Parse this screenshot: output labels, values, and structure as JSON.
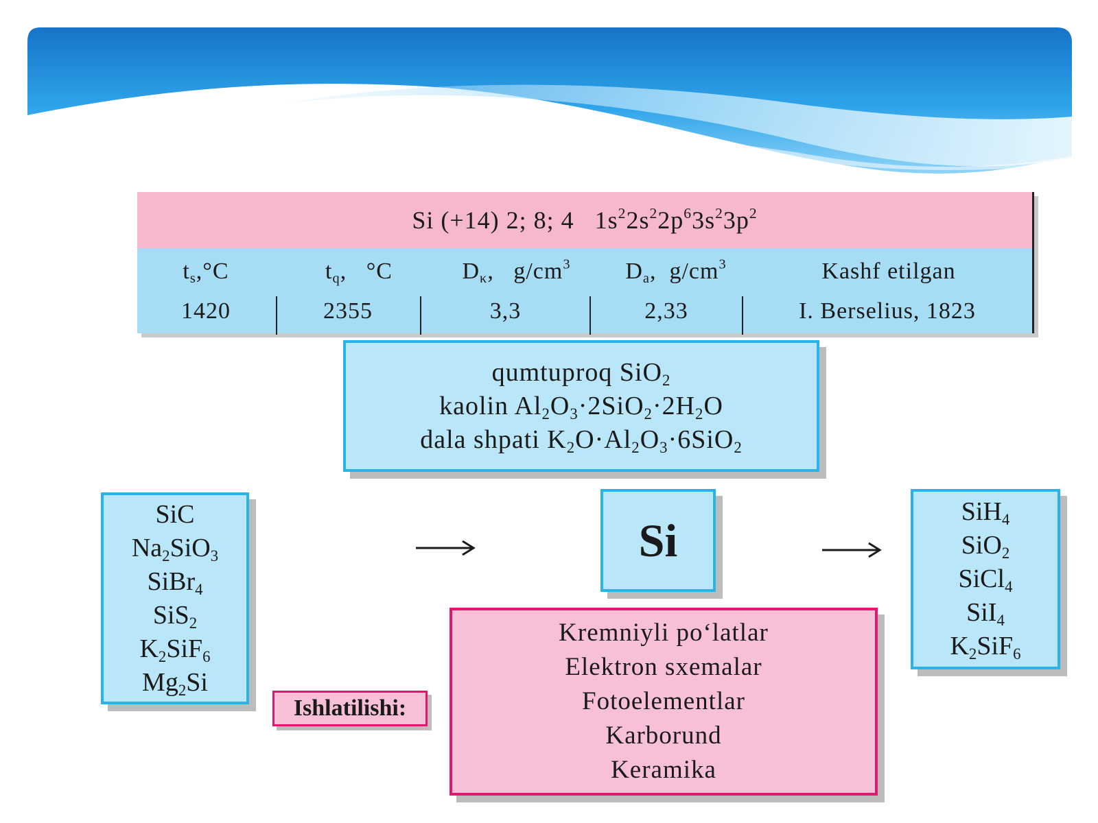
{
  "colors": {
    "pink_fill": "#f6b8cf",
    "blue_fill": "#a6dcf4",
    "blue_border": "#28b4e8",
    "pink_border": "#e0186f",
    "banner_blue": "#1a8fd8"
  },
  "properties_table": {
    "header": "Si (+14) 2; 8; 4  1s²2s²2p⁶3s²3p²",
    "columns": [
      "tₛ,°C",
      "t_q,  °C",
      "D_κ,  g/cm³",
      "Dₐ, g/cm³",
      "Kashf etilgan"
    ],
    "values": [
      "1420",
      "2355",
      "3,3",
      "2,33",
      "I. Berselius,  1823"
    ]
  },
  "sources": [
    "qumtuproq SiO₂",
    "kaolin Al₂O₃·2SiO₂·2H₂O",
    "dala shpati K₂O·Al₂O₃·6SiO₂"
  ],
  "center_element": "Si",
  "left_compounds": [
    "SiC",
    "Na₂SiO₃",
    "SiBr₄",
    "SiS₂",
    "K₂SiF₆",
    "Mg₂Si"
  ],
  "right_compounds": [
    "SiH₄",
    "SiO₂",
    "SiCl₄",
    "SiI₄",
    "K₂SiF₆"
  ],
  "usage_label": "Ishlatilishi:",
  "uses": [
    "Kremniyli po‘latlar",
    "Elektron sxemalar",
    "Fotoelementlar",
    "Karborund",
    "Keramika"
  ],
  "icons": {
    "arrow_left": "arrow-right-icon",
    "arrow_right": "arrow-right-icon"
  }
}
